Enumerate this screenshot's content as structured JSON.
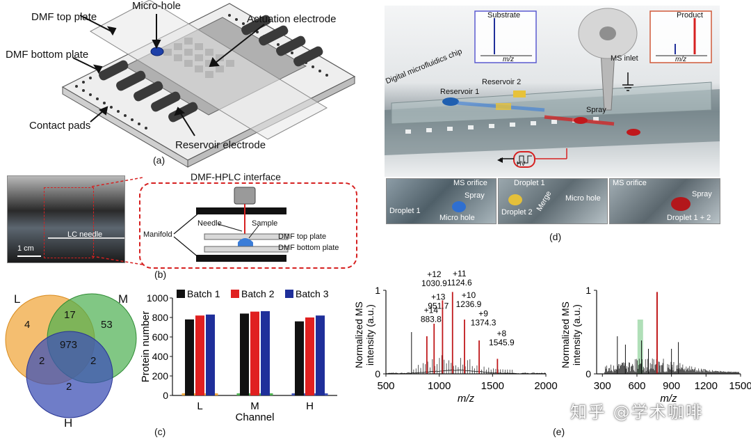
{
  "panel_a": {
    "labels": {
      "top_plate": "DMF top plate",
      "micro_hole": "Micro-hole",
      "actuation": "Actuation electrode",
      "bottom_plate": "DMF bottom plate",
      "contact_pads": "Contact pads",
      "reservoir": "Reservoir electrode"
    },
    "caption": "(a)"
  },
  "panel_b": {
    "scale": "1 cm",
    "lc_needle": "LC needle",
    "interface_title": "DMF-HPLC interface",
    "needle": "Needle",
    "sample": "Sample",
    "manifold": "Manifold",
    "top_plate": "DMF top plate",
    "bottom_plate": "DMF bottom plate",
    "caption": "(b)"
  },
  "panel_c": {
    "venn": {
      "sets": [
        "L",
        "M",
        "H"
      ],
      "regions": {
        "L_only": "4",
        "M_only": "53",
        "H_only": "2",
        "LM": "17",
        "LH": "2",
        "MH": "2",
        "LMH": "973"
      },
      "colors": {
        "L": "#f0a840",
        "M": "#4caf50",
        "H": "#3f51b5"
      }
    },
    "caption": "(c)"
  },
  "panel_d": {
    "substrate": "Substrate",
    "product": "Product",
    "mz": "m/z",
    "ms_inlet": "MS inlet",
    "chip": "Digital microfluidics chip",
    "reservoir1": "Reservoir 1",
    "reservoir2": "Reservoir 2",
    "spray": "Spray",
    "hv": "HV",
    "inset1": {
      "ms_orifice": "MS orifice",
      "spray": "Spray",
      "droplet": "Droplet 1",
      "micro_hole": "Micro hole"
    },
    "inset2": {
      "droplet1": "Droplet 1",
      "droplet2": "Droplet 2",
      "merge": "Merge",
      "micro_hole": "Micro hole"
    },
    "inset3": {
      "ms_orifice": "MS orifice",
      "spray": "Spray",
      "droplet": "Droplet 1 + 2"
    },
    "caption": "(d)"
  },
  "panel_e": {
    "caption": "(e)",
    "watermark": "知乎 @学术咖啡"
  },
  "chart_data": [
    {
      "type": "bar",
      "title": "",
      "xlabel": "Channel",
      "ylabel": "Protein number",
      "categories": [
        "L",
        "M",
        "H"
      ],
      "ylim": [
        0,
        1000
      ],
      "yticks": [
        "0",
        "200",
        "400",
        "600",
        "800",
        "1000"
      ],
      "series": [
        {
          "name": "Batch 1",
          "color": "#111111",
          "values": [
            780,
            840,
            760
          ]
        },
        {
          "name": "Batch 2",
          "color": "#e02020",
          "values": [
            820,
            860,
            800
          ]
        },
        {
          "name": "Batch 3",
          "color": "#1f2f9a",
          "values": [
            830,
            865,
            820
          ]
        }
      ],
      "legend": "top"
    },
    {
      "type": "line",
      "xlabel": "m/z",
      "ylabel": "Normalized MS intensity (a.u.)",
      "xlim": [
        500,
        2000
      ],
      "ylim": [
        0,
        1
      ],
      "xticks": [
        "500",
        "1000",
        "1500",
        "2000"
      ],
      "yticks": [
        "0",
        "1"
      ],
      "peaks": [
        {
          "charge": "+14",
          "mz": "883.8",
          "x": 883.8,
          "y": 0.45
        },
        {
          "charge": "+13",
          "mz": "951.7",
          "x": 951.7,
          "y": 0.6
        },
        {
          "charge": "+12",
          "mz": "1030.9",
          "x": 1030.9,
          "y": 0.88
        },
        {
          "charge": "+11",
          "mz": "1124.6",
          "x": 1124.6,
          "y": 0.98
        },
        {
          "charge": "+10",
          "mz": "1236.9",
          "x": 1236.9,
          "y": 0.65
        },
        {
          "charge": "+9",
          "mz": "1374.3",
          "x": 1374.3,
          "y": 0.4
        },
        {
          "charge": "+8",
          "mz": "1545.9",
          "x": 1545.9,
          "y": 0.18
        }
      ]
    },
    {
      "type": "line",
      "xlabel": "m/z",
      "ylabel": "Normalized MS intensity (a.u.)",
      "xlim": [
        250,
        1500
      ],
      "ylim": [
        0,
        1
      ],
      "xticks": [
        "300",
        "600",
        "900",
        "1200",
        "1500"
      ],
      "yticks": [
        "0",
        "1"
      ]
    }
  ]
}
